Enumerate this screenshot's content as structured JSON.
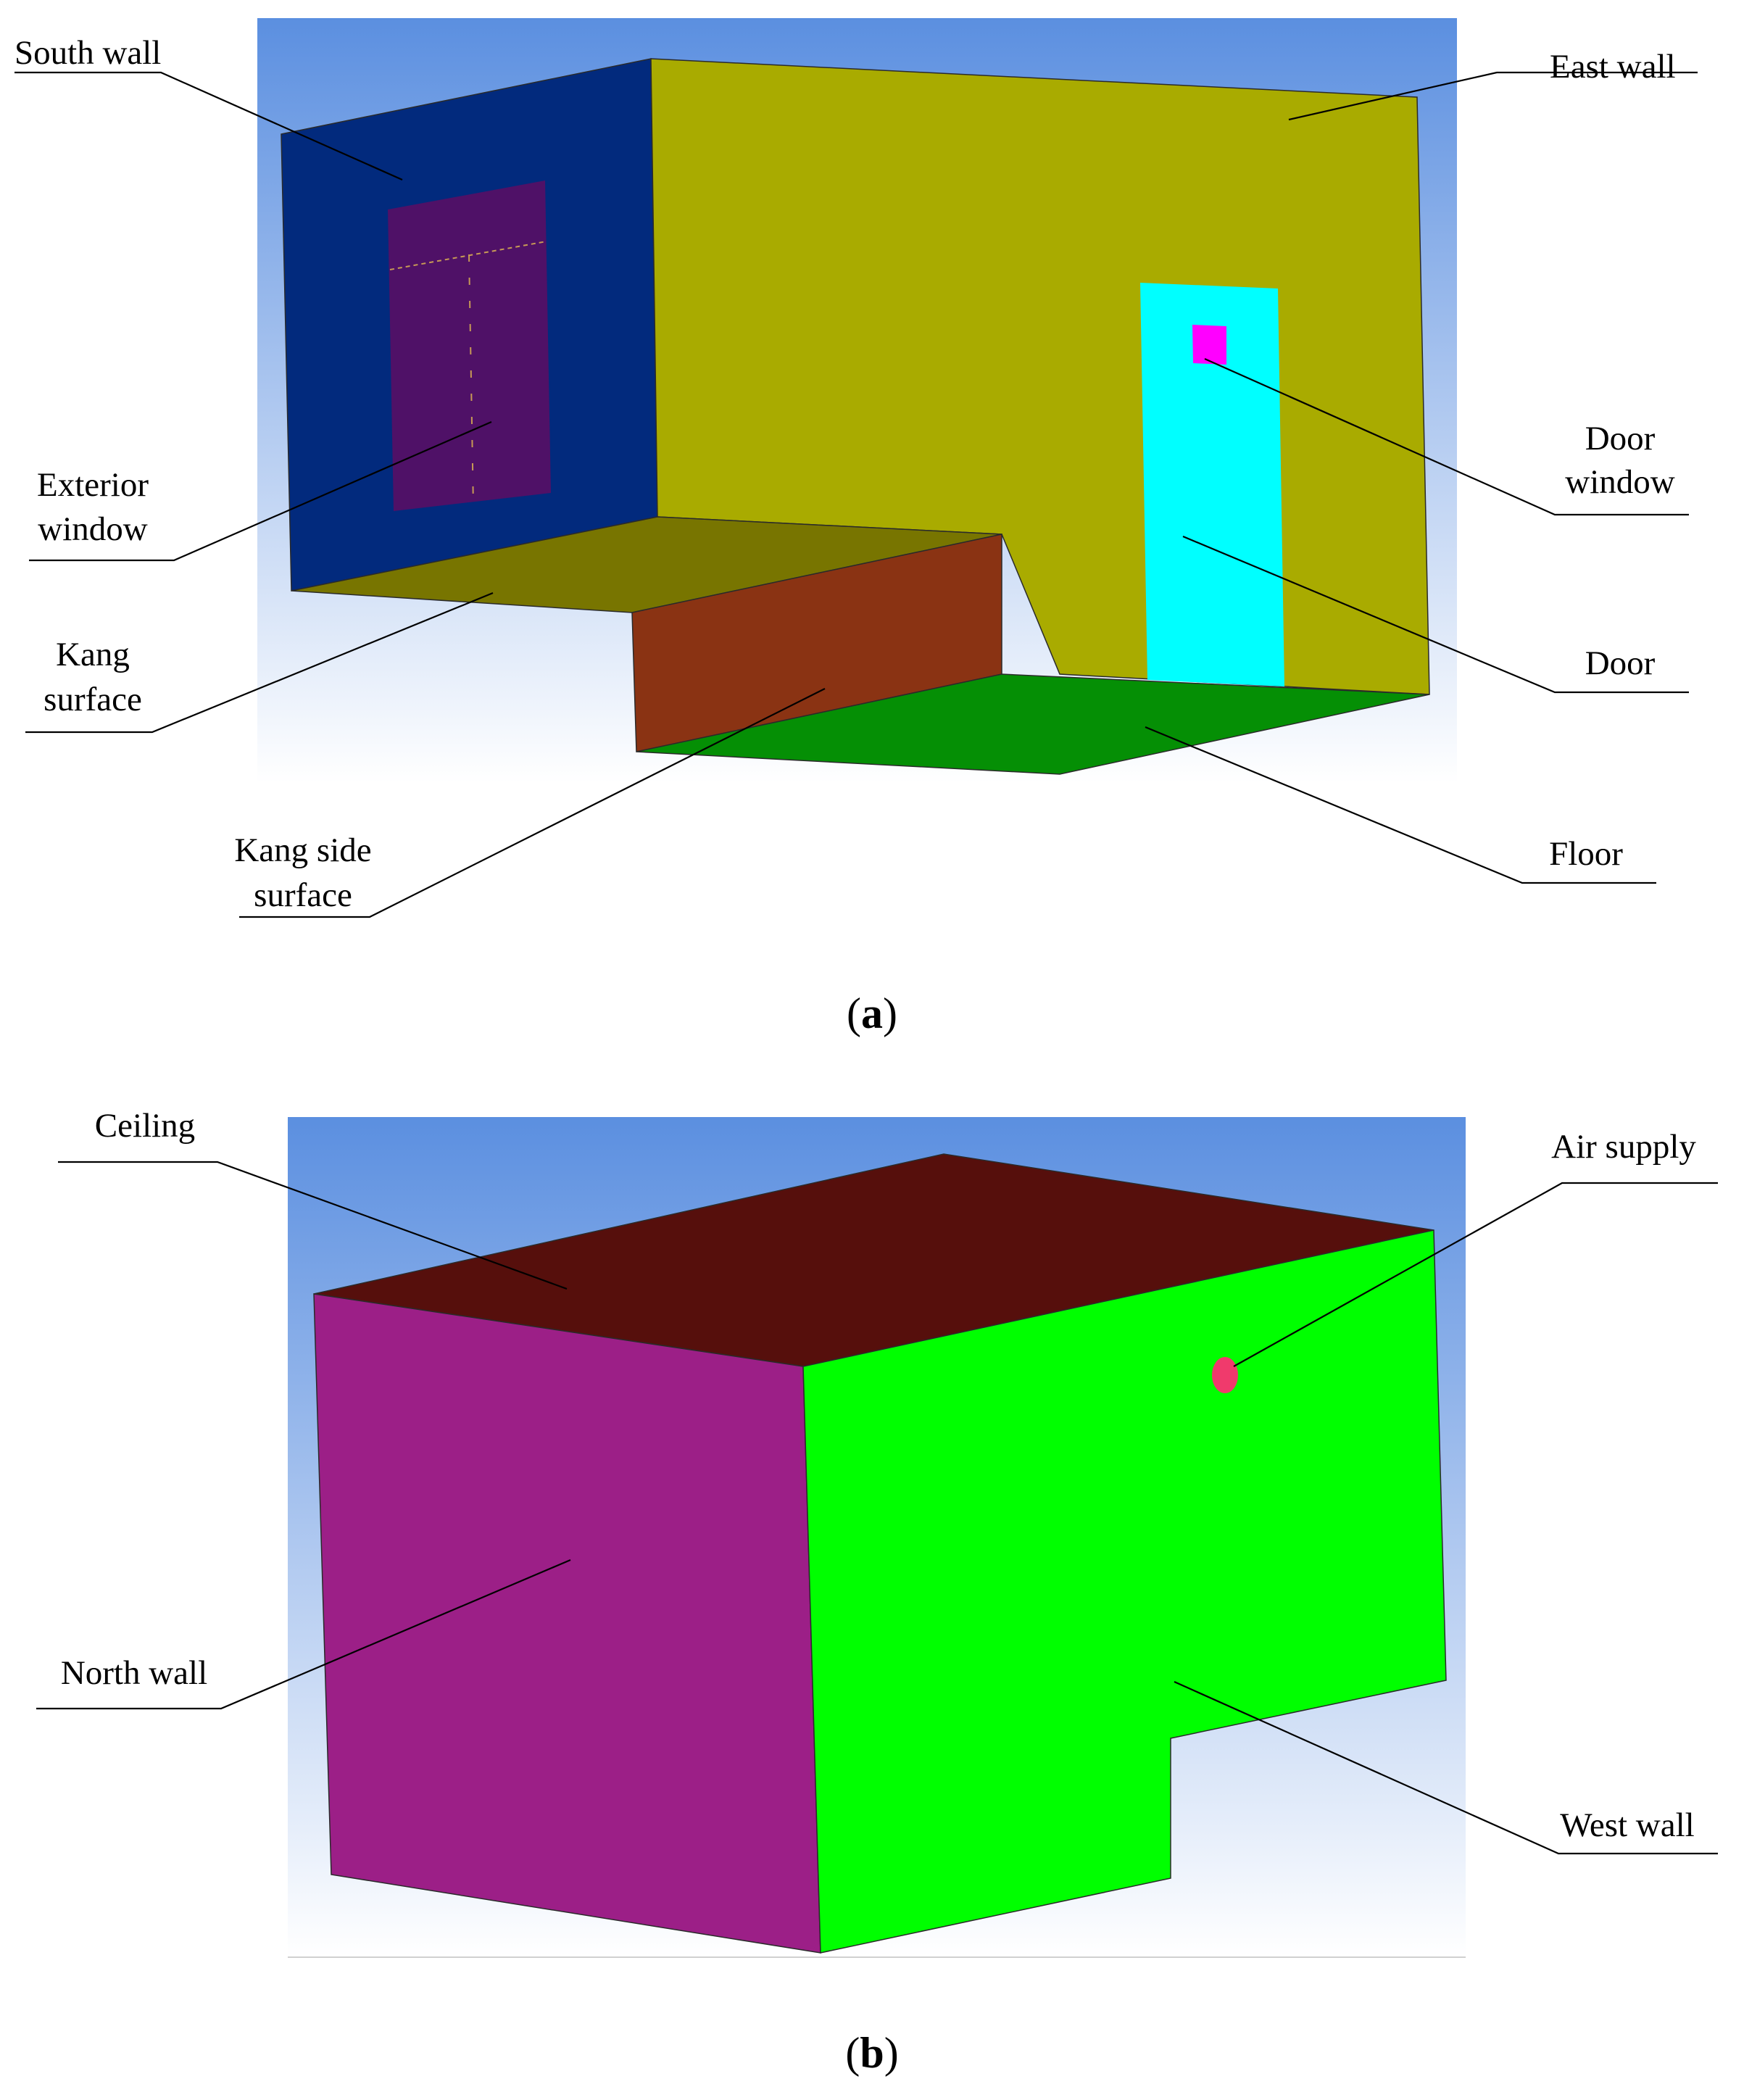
{
  "panel_a": {
    "caption": {
      "open": "(",
      "letter": "a",
      "close": ")"
    },
    "labels": {
      "south_wall": "South wall",
      "east_wall": "East wall",
      "exterior_window": [
        "Exterior",
        "window"
      ],
      "door_window": [
        "Door",
        "window"
      ],
      "kang_surface": [
        "Kang",
        "surface"
      ],
      "door": "Door",
      "kang_side_surface": [
        "Kang side",
        "surface"
      ],
      "floor": "Floor"
    },
    "colors": {
      "background_top": "#5b8fe0",
      "background_bottom": "#ffffff",
      "south_wall": "#022a7d",
      "exterior_window": "#4f1167",
      "east_wall": "#a9ab00",
      "door": "#00ffff",
      "door_window": "#ff00ff",
      "kang_surface": "#787500",
      "kang_side_surface": "#8a3313",
      "floor": "#058f05"
    }
  },
  "panel_b": {
    "caption": {
      "open": "(",
      "letter": "b",
      "close": ")"
    },
    "labels": {
      "ceiling": "Ceiling",
      "air_supply": "Air supply",
      "north_wall": "North wall",
      "west_wall": "West wall"
    },
    "colors": {
      "background_top": "#5b8fe0",
      "background_bottom": "#ffffff",
      "ceiling": "#560f0c",
      "north_wall": "#9c1f87",
      "west_wall": "#00ff00",
      "air_supply": "#f03a6c"
    }
  }
}
